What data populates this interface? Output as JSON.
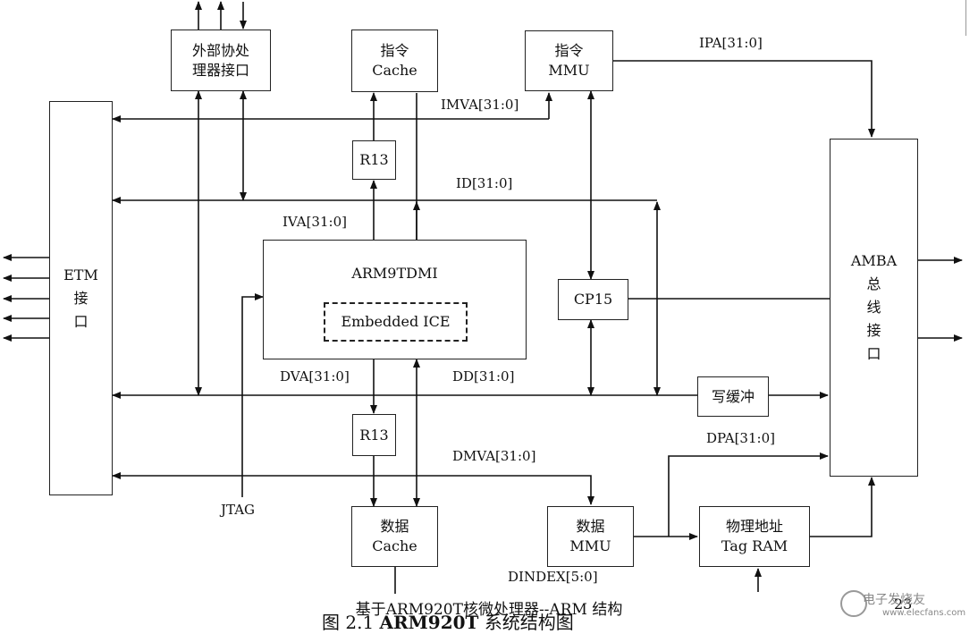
{
  "blocks": {
    "coproc_if": [
      "外部协处",
      "理器接口"
    ],
    "icache": [
      "指令",
      "Cache"
    ],
    "immu": [
      "指令",
      "MMU"
    ],
    "etm": [
      "ETM",
      "接",
      "口"
    ],
    "r13_top": "R13",
    "r13_bottom": "R13",
    "core": "ARM9TDMI",
    "embedded_ice": "Embedded ICE",
    "cp15": "CP15",
    "amba": [
      "AMBA",
      "总",
      "线",
      "接",
      "口"
    ],
    "write_buffer": "写缓冲",
    "dcache": [
      "数据",
      "Cache"
    ],
    "dmmu": [
      "数据",
      "MMU"
    ],
    "tag_ram": [
      "物理地址",
      "Tag RAM"
    ]
  },
  "signals": {
    "ipa": "IPA[31:0]",
    "imva": "IMVA[31:0]",
    "id": "ID[31:0]",
    "iva": "IVA[31:0]",
    "dva": "DVA[31:0]",
    "dd": "DD[31:0]",
    "dmva": "DMVA[31:0]",
    "dpa": "DPA[31:0]",
    "jtag": "JTAG",
    "dindex": "DINDEX[5:0]"
  },
  "caption": {
    "title": "基于ARM920T核微处理器--ARM 结构",
    "figure_prefix": "图 2.1",
    "figure_bold": "ARM920T",
    "figure_suffix": "系统结构图"
  },
  "page_number": "23",
  "watermark": {
    "text": "电子发烧友",
    "url": "www.elecfans.com"
  }
}
